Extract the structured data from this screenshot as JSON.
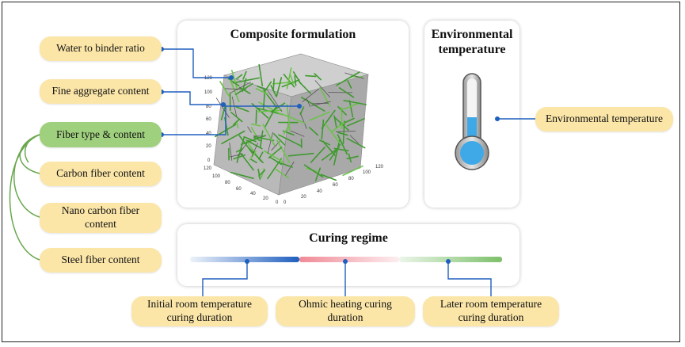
{
  "panels": {
    "composite_title": "Composite formulation",
    "environment_title": "Environmental temperature",
    "curing_title": "Curing regime"
  },
  "factors": {
    "water_binder": "Water to binder ratio",
    "fine_aggregate": "Fine aggregate content",
    "fiber": "Fiber type & content",
    "carbon_fiber": "Carbon fiber content",
    "nano_carbon_fiber": "Nano carbon fiber content",
    "steel_fiber": "Steel fiber content",
    "environmental_temperature": "Environmental temperature",
    "initial_curing": "Initial room temperature curing duration",
    "ohmic_curing": "Ohmic heating curing duration",
    "later_curing": "Later room temperature curing duration"
  },
  "cube_axis_ticks": {
    "vertical": [
      "120",
      "100",
      "80",
      "60",
      "40",
      "20",
      "0"
    ],
    "left_depth": [
      "120",
      "100",
      "80",
      "60",
      "40",
      "20",
      "0"
    ],
    "right_depth": [
      "0",
      "20",
      "40",
      "60",
      "80",
      "100",
      "120"
    ]
  },
  "colors": {
    "pill_yellow": "#fbe6a8",
    "pill_green": "#9fd07e",
    "connector_blue": "#1f5fbf",
    "connector_green": "#6aa84f",
    "thermometer_fill": "#3fa9e8"
  },
  "curing_bar_colors": [
    "#1f5fbf",
    "#f08a96",
    "#7cc06a"
  ]
}
